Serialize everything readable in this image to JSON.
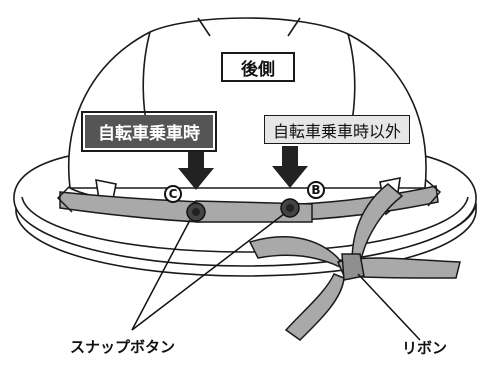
{
  "labels": {
    "rear": "後側",
    "bicycle": "自転車乗車時",
    "other": "自転車乗車時以外",
    "marker_c": "C",
    "marker_b": "B",
    "snap_button": "スナップボタン",
    "ribbon": "リボン"
  },
  "colors": {
    "outline": "#1a1a1a",
    "band": "#a9a9a9",
    "band_dark": "#7d7d7d",
    "helmet": "#ffffff",
    "dark_box": "#555555",
    "light_box": "#e6e6e6"
  }
}
